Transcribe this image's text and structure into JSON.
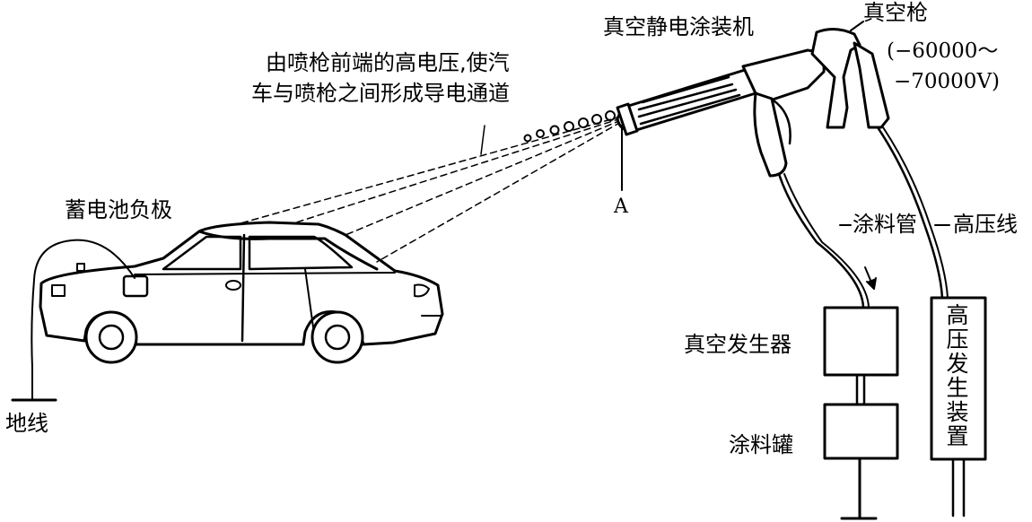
{
  "labels": {
    "machine_title": "真空静电涂装机",
    "gun_title": "真空枪",
    "voltage_line1": "(−60000～",
    "voltage_line2": "−70000V)",
    "channel_line1": "由喷枪前端的高电压,使汽",
    "channel_line2": "车与喷枪之间形成导电通道",
    "point_a": "A",
    "battery_negative": "蓄电池负极",
    "ground": "地线",
    "paint_hose": "涂料管",
    "hv_cable": "高压线",
    "vacuum_generator": "真空发生器",
    "paint_tank": "涂料罐",
    "hv_device": "高压发生装置"
  }
}
